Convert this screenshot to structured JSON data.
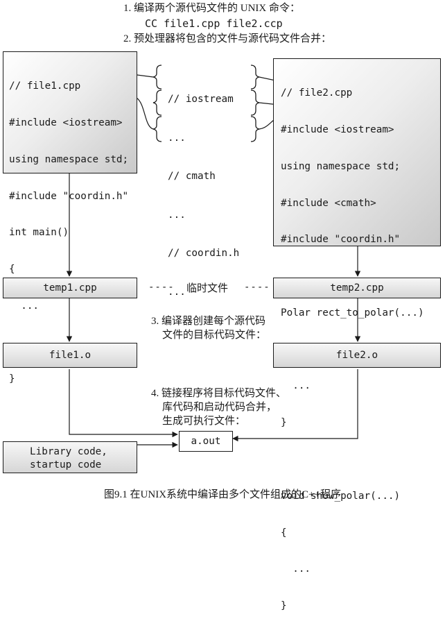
{
  "steps": {
    "step1": "1. 编译两个源代码文件的 UNIX 命令：",
    "command": "CC file1.cpp file2.ccp",
    "step2": "2. 预处理器将包含的文件与源代码文件合并：",
    "step3_line1": "3. 编译器创建每个源代码",
    "step3_line2": "文件的目标代码文件：",
    "step4_line1": "4. 链接程序将目标代码文件、",
    "step4_line2": "库代码和启动代码合并，",
    "step4_line3": "生成可执行文件："
  },
  "file1": {
    "lines": [
      "// file1.cpp",
      "#include <iostream>",
      "using namespace std;",
      "#include \"coordin.h\"",
      "int main()",
      "{",
      "  ...",
      "  ...",
      "}"
    ]
  },
  "headers": {
    "lines": [
      "// iostream",
      "...",
      "// cmath",
      "...",
      "// coordin.h",
      "..."
    ]
  },
  "file2": {
    "lines": [
      "// file2.cpp",
      "#include <iostream>",
      "using namespace std;",
      "#include <cmath>",
      "#include \"coordin.h\"",
      "",
      "Polar rect_to_polar(...)",
      "{",
      "  ...",
      "}",
      "",
      "void show_polar(...)",
      "{",
      "  ...",
      "}"
    ]
  },
  "temp_files": {
    "temp1": "temp1.cpp",
    "temp2": "temp2.cpp",
    "label": "临时文件",
    "dashes_left": "----",
    "dashes_right": "----"
  },
  "object_files": {
    "file1o": "file1.o",
    "file2o": "file2.o"
  },
  "library": {
    "line1": "Library code,",
    "line2": "startup code"
  },
  "output": {
    "aout": "a.out"
  },
  "caption": "图9.1 在UNIX系统中编译由多个文件组成的C++程序"
}
